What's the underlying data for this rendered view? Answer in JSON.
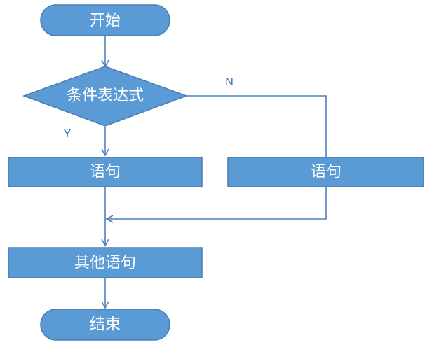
{
  "colors": {
    "node_fill": "#5b9bd5",
    "node_stroke": "#4a7db5",
    "edge": "#4f81bd",
    "label_text": "#ffffff",
    "branch_label": "#2e6da4"
  },
  "nodes": {
    "start": {
      "label": "开始"
    },
    "condition": {
      "label": "条件表达式"
    },
    "statement_true": {
      "label": "语句"
    },
    "statement_false": {
      "label": "语句"
    },
    "other_statements": {
      "label": "其他语句"
    },
    "end": {
      "label": "结束"
    }
  },
  "edges": {
    "yes_label": "Y",
    "no_label": "N"
  }
}
